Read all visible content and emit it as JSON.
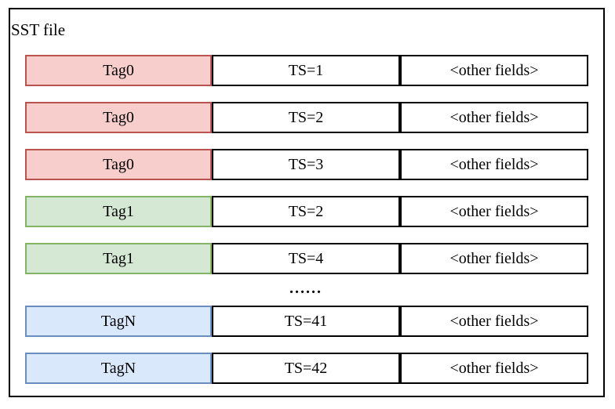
{
  "diagram": {
    "title": "SST file",
    "ellipsis": "......",
    "colors": {
      "red_fill": "#f8cecc",
      "red_border": "#b85450",
      "green_fill": "#d5e8d4",
      "green_border": "#82b366",
      "blue_fill": "#dae8fc",
      "blue_border": "#6c8ebf",
      "cell_border": "#000000"
    },
    "rows": [
      {
        "tag": "Tag0",
        "ts": "TS=1",
        "other": "<other fields>",
        "color": "red"
      },
      {
        "tag": "Tag0",
        "ts": "TS=2",
        "other": "<other fields>",
        "color": "red"
      },
      {
        "tag": "Tag0",
        "ts": "TS=3",
        "other": "<other fields>",
        "color": "red"
      },
      {
        "tag": "Tag1",
        "ts": "TS=2",
        "other": "<other fields>",
        "color": "green"
      },
      {
        "tag": "Tag1",
        "ts": "TS=4",
        "other": "<other fields>",
        "color": "green"
      },
      {
        "tag": "TagN",
        "ts": "TS=41",
        "other": "<other fields>",
        "color": "blue"
      },
      {
        "tag": "TagN",
        "ts": "TS=42",
        "other": "<other fields>",
        "color": "blue"
      }
    ]
  }
}
